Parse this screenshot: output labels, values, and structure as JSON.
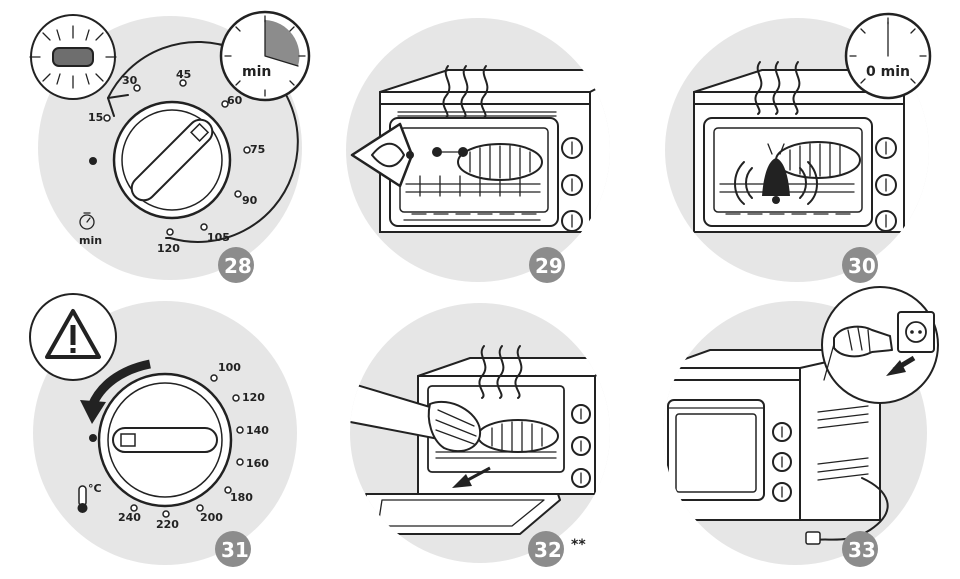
{
  "colors": {
    "panel_bg": "#e6e6e6",
    "badge": "#8c8c8c",
    "ink": "#222222"
  },
  "steps": [
    {
      "number": "28",
      "icons": [
        "heating-element-icon",
        "timer-icon"
      ],
      "timer_label": "min",
      "dial_labels": [
        "15",
        "30",
        "45",
        "60",
        "75",
        "90",
        "105",
        "120"
      ],
      "dial_unit": "min"
    },
    {
      "number": "29",
      "icons": [
        "eye-icon",
        "steam-icon"
      ]
    },
    {
      "number": "30",
      "icons": [
        "bell-icon",
        "timer-icon"
      ],
      "timer_label": "0 min"
    },
    {
      "number": "31",
      "icons": [
        "warning-icon",
        "thermometer-icon"
      ],
      "dial_labels": [
        "100",
        "120",
        "140",
        "160",
        "180",
        "200",
        "220",
        "240"
      ],
      "dial_unit": "°C"
    },
    {
      "number": "32",
      "icons": [
        "oven-mitt-icon",
        "steam-icon"
      ],
      "note": "**"
    },
    {
      "number": "33",
      "icons": [
        "plug-socket-icon"
      ]
    }
  ]
}
